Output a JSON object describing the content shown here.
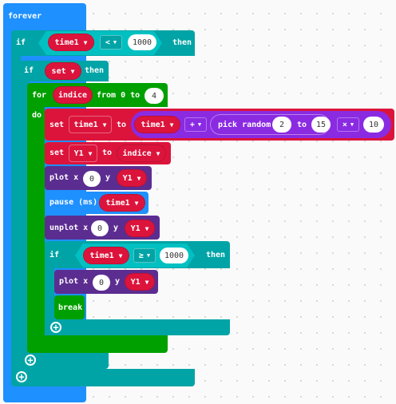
{
  "forever": {
    "label": "forever"
  },
  "if_outer": {
    "if_label": "if",
    "then_label": "then",
    "var": "time1",
    "operator": "<",
    "value": "1000"
  },
  "if_inner": {
    "if_label": "if",
    "then_label": "then",
    "var": "set"
  },
  "for_loop": {
    "for_label": "for",
    "var": "indice",
    "from_label": "from 0 to",
    "to_value": "4",
    "do_label": "do"
  },
  "set_time1": {
    "set_label": "set",
    "var": "time1",
    "to_label": "to",
    "operand_var": "time1",
    "op_plus": "+",
    "pick_label": "pick random",
    "from_value": "2",
    "to_word": "to",
    "to_value": "15",
    "op_times": "×",
    "mult_value": "10"
  },
  "set_y1": {
    "set_label": "set",
    "var": "Y1",
    "to_label": "to",
    "value_var": "indice"
  },
  "plot1": {
    "label": "plot x",
    "x_value": "0",
    "y_label": "y",
    "y_var": "Y1"
  },
  "pause": {
    "label": "pause (ms)",
    "var": "time1"
  },
  "unplot": {
    "label": "unplot x",
    "x_value": "0",
    "y_label": "y",
    "y_var": "Y1"
  },
  "if_third": {
    "if_label": "if",
    "then_label": "then",
    "var": "time1",
    "operator": "≥",
    "value": "1000"
  },
  "plot2": {
    "label": "plot x",
    "x_value": "0",
    "y_label": "y",
    "y_var": "Y1"
  },
  "break": {
    "label": "break"
  },
  "colors": {
    "loops": "#1e90ff",
    "logic": "#00a4a6",
    "for": "#00a000",
    "variables": "#dc143c",
    "led": "#5c2d91",
    "math": "#8a2be2"
  },
  "icons": {
    "caret": "▼",
    "add": "+"
  }
}
